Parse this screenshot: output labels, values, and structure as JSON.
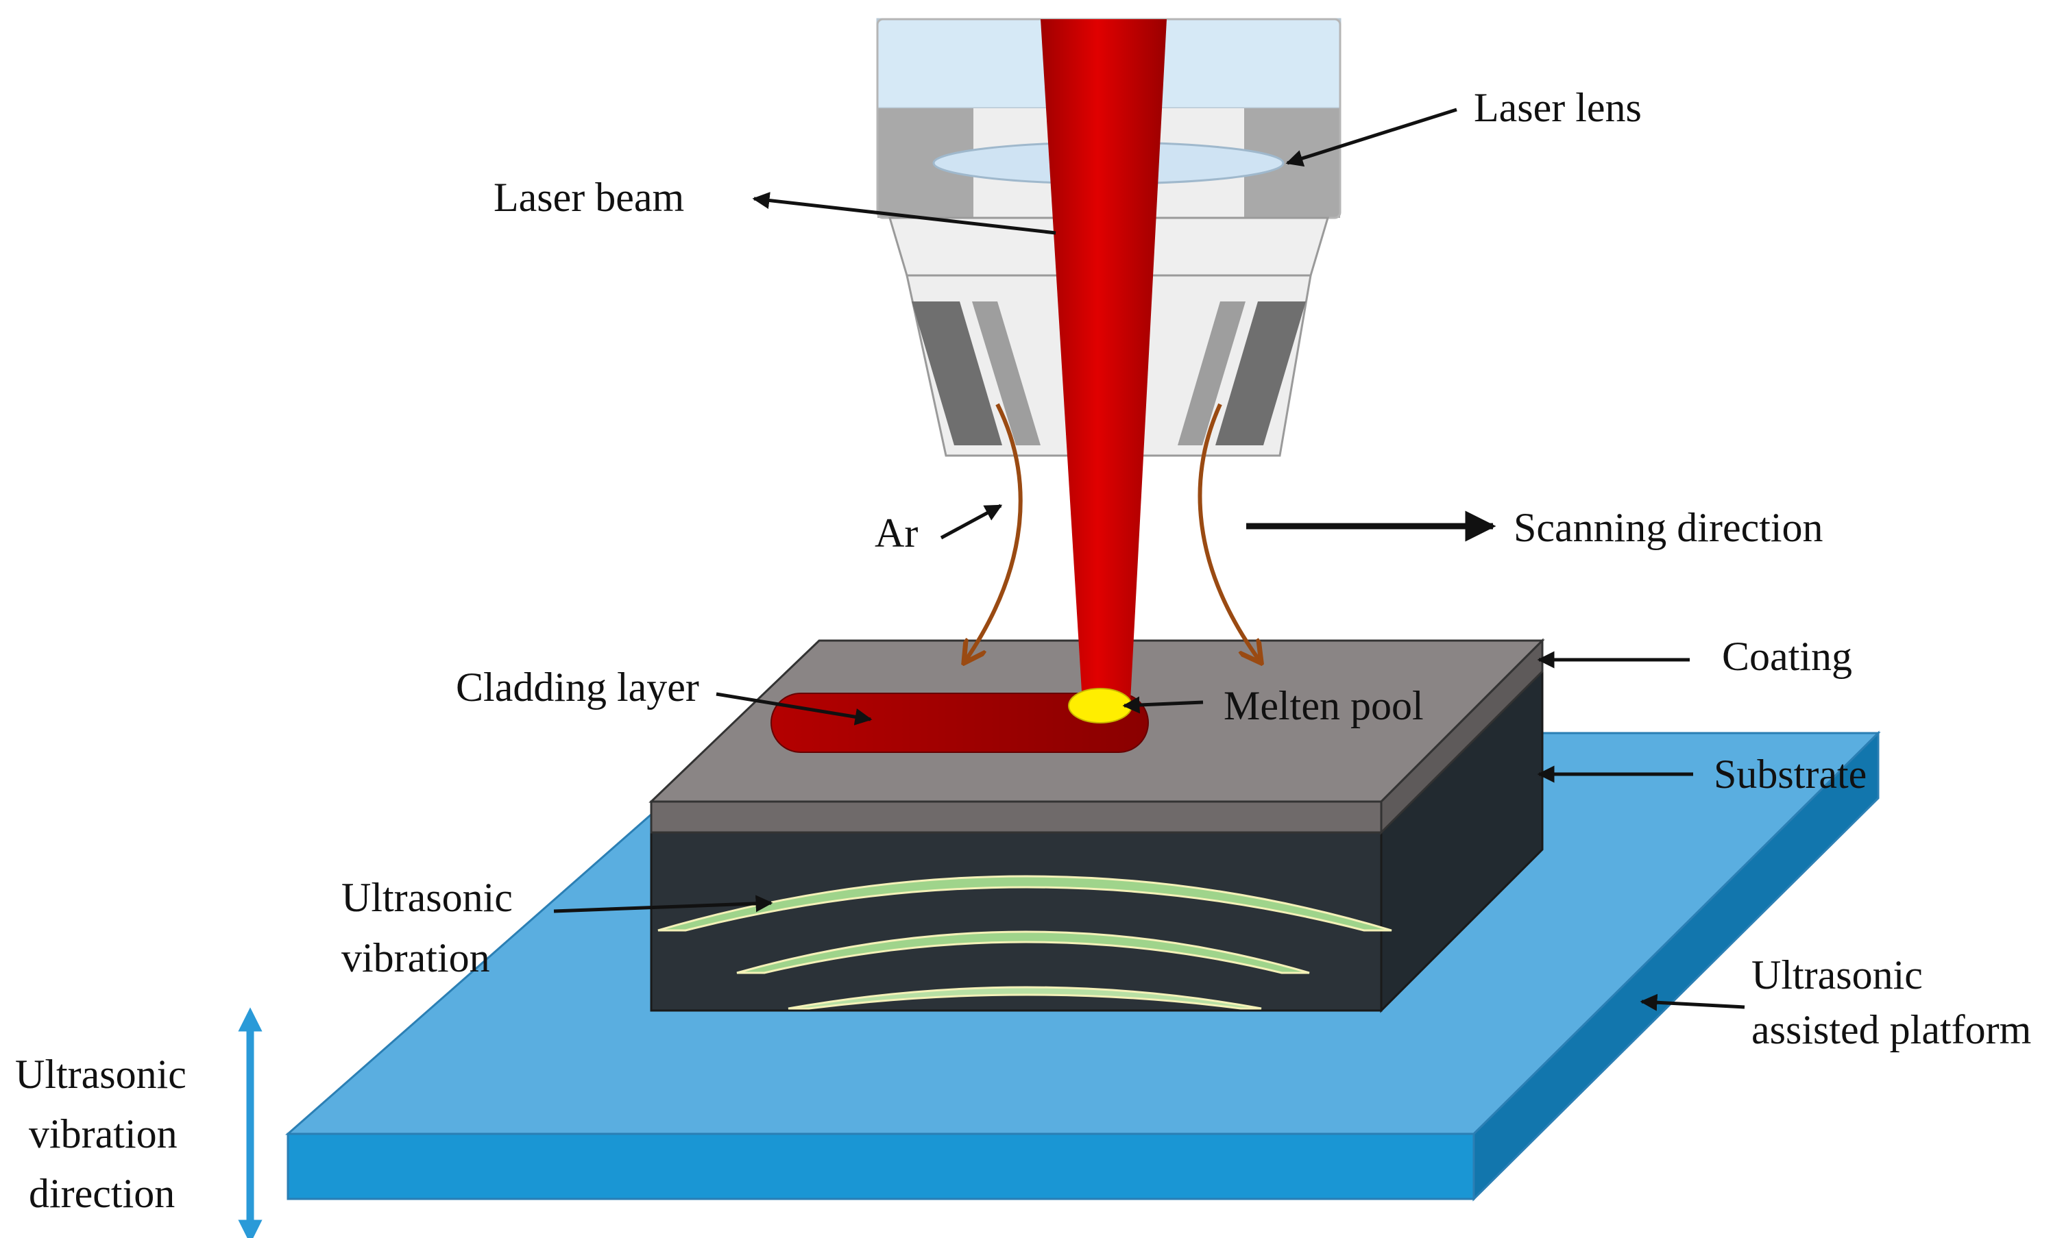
{
  "labels": {
    "laser_lens": "Laser lens",
    "laser_beam": "Laser beam",
    "ar": "Ar",
    "scanning_direction": "Scanning direction",
    "coating": "Coating",
    "cladding_layer": "Cladding layer",
    "melten_pool": "Melten pool",
    "substrate": "Substrate",
    "ultrasonic_vibration": [
      "Ultrasonic",
      "vibration"
    ],
    "ultrasonic_assisted_platform": [
      "Ultrasonic",
      "assisted platform"
    ],
    "ultrasonic_vibration_direction": [
      "Ultrasonic",
      "vibration",
      "direction"
    ]
  },
  "colors": {
    "laser_beam": "#cc0000",
    "laser_beam_dark": "#8b0000",
    "melt_pool": "#ffee00",
    "coating": "#8a8585",
    "coating_side": "#6e6a6a",
    "substrate_front": "#2b3238",
    "substrate_side": "#222a30",
    "platform_top": "#5aaee0",
    "platform_front": "#1a96d4",
    "platform_side": "#1276ad",
    "vibration_wave": "#9fd48b",
    "ar_flow": "#9a4a12",
    "nozzle_top": "#d6e9f6",
    "nozzle_gray": "#a9a9a9",
    "nozzle_light": "#eeeeee",
    "nozzle_dark": "#6f6f6f",
    "lens": "#cfe3f3",
    "direction_arrow": "#2a9ad8"
  }
}
